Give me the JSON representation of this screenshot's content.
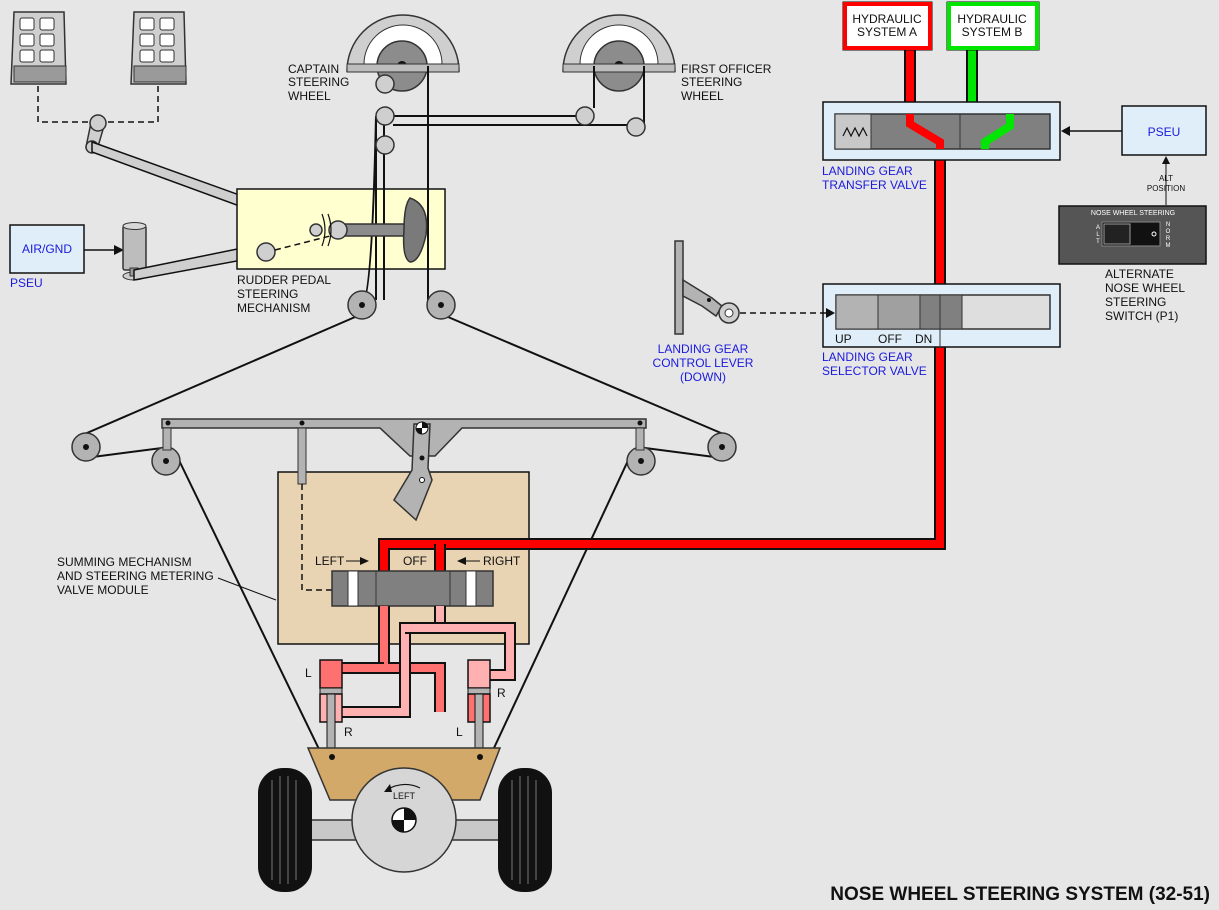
{
  "title": "NOSE WHEEL STEERING SYSTEM (32-51)",
  "hydraulic_a": [
    "HYDRAULIC",
    "SYSTEM A"
  ],
  "hydraulic_b": [
    "HYDRAULIC",
    "SYSTEM B"
  ],
  "pseu_box": "PSEU",
  "alt_position": [
    "ALT",
    "POSITION"
  ],
  "switch": {
    "panel_title": "NOSE WHEEL STEERING",
    "alt_letters": [
      "A",
      "L",
      "T"
    ],
    "norm_letters": [
      "N",
      "O",
      "R",
      "M"
    ],
    "caption": [
      "ALTERNATE",
      "NOSE WHEEL",
      "STEERING",
      "SWITCH (P1)"
    ]
  },
  "captain_wheel": [
    "CAPTAIN",
    "STEERING",
    "WHEEL"
  ],
  "fo_wheel": [
    "FIRST OFFICER",
    "STEERING",
    "WHEEL"
  ],
  "transfer_valve": [
    "LANDING GEAR",
    "TRANSFER VALVE"
  ],
  "selector_valve": {
    "positions": [
      "UP",
      "OFF",
      "DN"
    ],
    "caption": [
      "LANDING GEAR",
      "SELECTOR VALVE"
    ]
  },
  "control_lever": [
    "LANDING GEAR",
    "CONTROL LEVER",
    "(DOWN)"
  ],
  "air_gnd": {
    "box": "AIR/GND",
    "sub": "PSEU"
  },
  "rudder_mech": [
    "RUDDER PEDAL",
    "STEERING",
    "MECHANISM"
  ],
  "summing": {
    "caption": [
      "SUMMING MECHANISM",
      "AND STEERING METERING",
      "VALVE MODULE"
    ],
    "left": "LEFT",
    "off": "OFF",
    "right": "RIGHT"
  },
  "actuator_labels": {
    "left_top": "L",
    "left_bottom": "R",
    "right_top": "R",
    "right_bottom": "L"
  },
  "wheel_dir": "LEFT",
  "colors": {
    "system_a": "#ff0000",
    "system_b": "#00e600",
    "pressure_light": "#ff7070",
    "return_light": "#ffb0b0",
    "blue_label": "#1a1adf",
    "module_fill": "#e8d3b3",
    "mech_fill": "#ffffd0",
    "valve_fill": "#dfeef8"
  }
}
